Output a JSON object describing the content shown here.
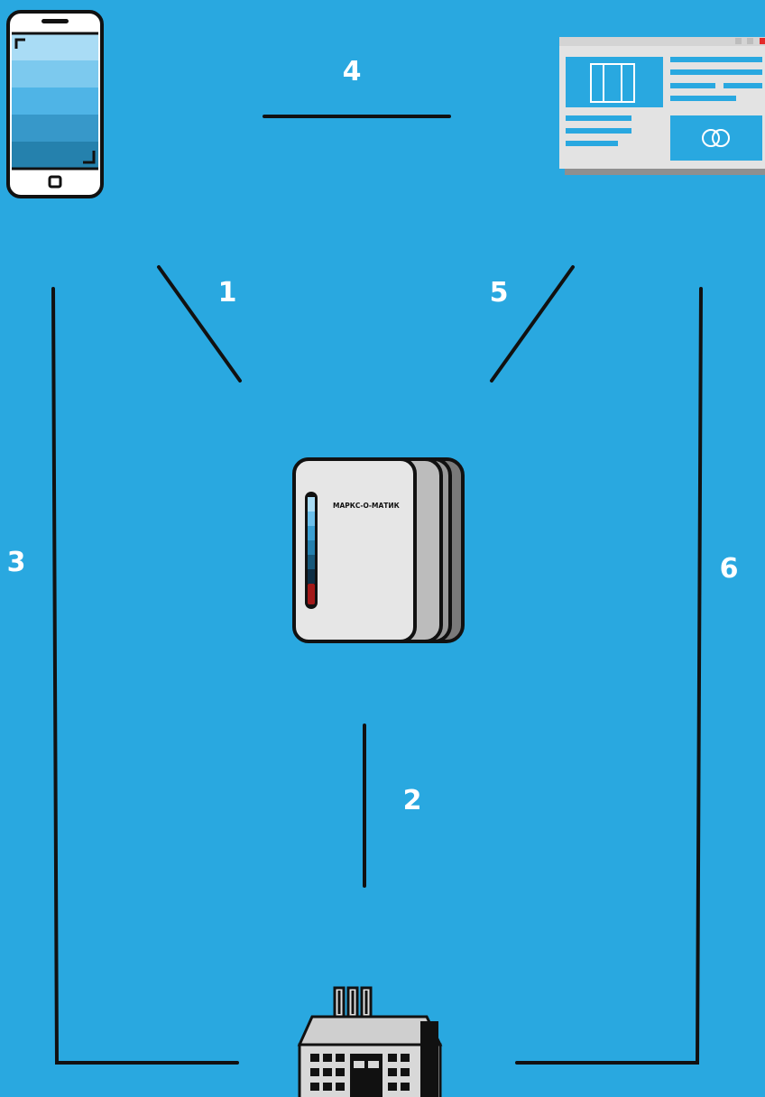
{
  "colors": {
    "background": "#29a8e0",
    "line": "#111111",
    "label": "#ffffff"
  },
  "diagram": {
    "nodes": {
      "phone": {
        "icon": "smartphone-icon"
      },
      "browser": {
        "icon": "browser-window-icon"
      },
      "device": {
        "icon": "terminal-device-icon",
        "brand": "МАРКС-О-МАТИК"
      },
      "factory": {
        "icon": "factory-icon"
      }
    },
    "edges": [
      {
        "label": "1"
      },
      {
        "label": "2"
      },
      {
        "label": "3"
      },
      {
        "label": "4"
      },
      {
        "label": "5"
      },
      {
        "label": "6"
      }
    ]
  }
}
